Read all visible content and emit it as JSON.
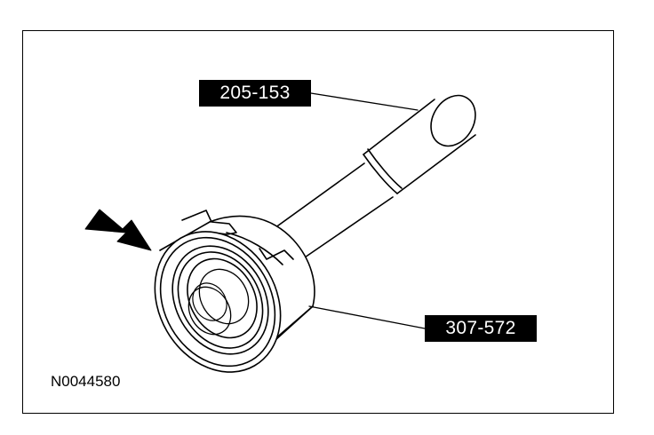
{
  "callouts": {
    "tool_upper": "205-153",
    "tool_lower": "307-572"
  },
  "figure_id": "N0044580",
  "colors": {
    "ink": "#000000",
    "paper": "#ffffff"
  }
}
